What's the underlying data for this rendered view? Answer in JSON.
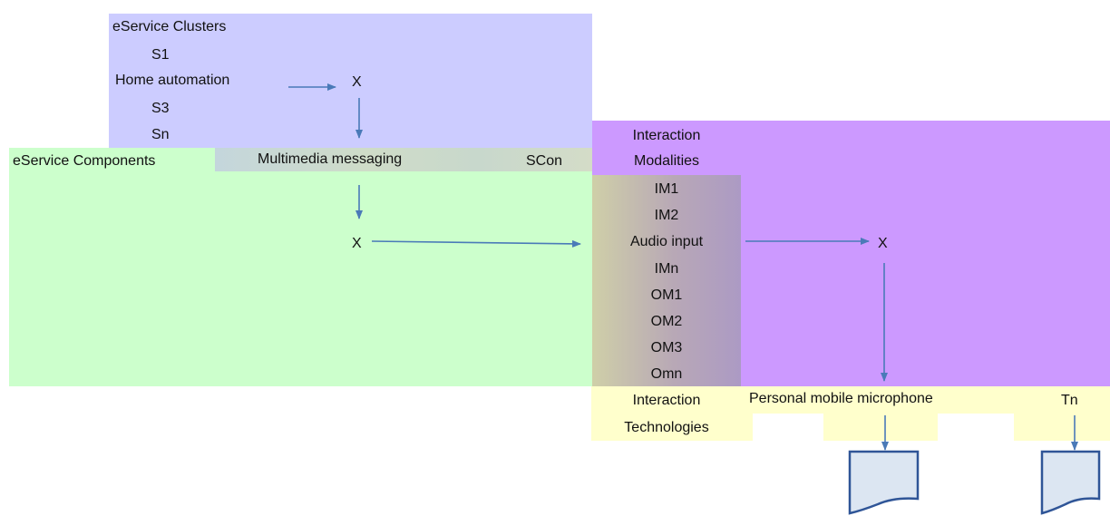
{
  "clusters": {
    "title": "eService Clusters",
    "items": [
      "S1",
      "Home automation",
      "S3",
      "Sn"
    ],
    "marker": "X"
  },
  "components": {
    "title": "eService Components",
    "selected": "Multimedia messaging",
    "last": "SCon",
    "marker": "X"
  },
  "modalities": {
    "title_line1": "Interaction",
    "title_line2": "Modalities",
    "items": [
      "IM1",
      "IM2",
      "Audio input",
      "IMn",
      "OM1",
      "OM2",
      "OM3",
      "Omn"
    ],
    "marker": "X"
  },
  "technologies": {
    "title_line1": "Interaction",
    "title_line2": "Technologies",
    "selected": "Personal mobile microphone",
    "last": "Tn"
  },
  "colors": {
    "clusters_bg": "#ccccff",
    "components_bg": "#ccffcc",
    "modalities_bg": "#cc99ff",
    "technologies_bg": "#ffffcc",
    "arrow": "#4a7ab8",
    "doc_fill": "#dce6f2",
    "doc_stroke": "#2f5597"
  }
}
